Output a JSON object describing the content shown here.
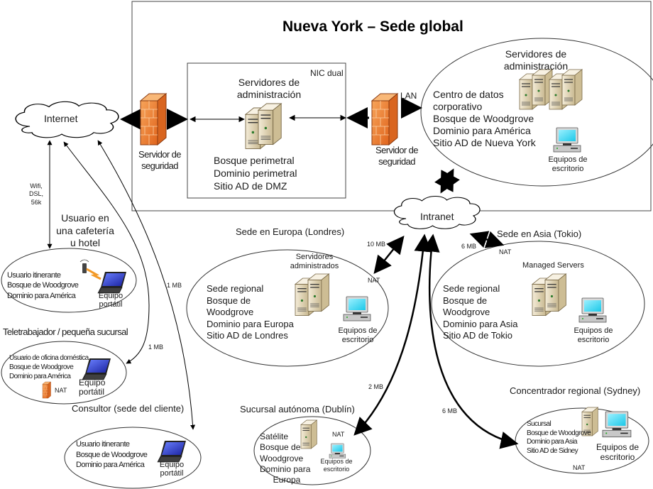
{
  "hq": {
    "title": "Nueva York – Sede global",
    "dmz": {
      "nic_label": "NIC dual",
      "servers_label": [
        "Servidores de",
        "administración"
      ],
      "info": [
        "Bosque perimetral",
        "Dominio perimetral",
        "Sitio AD de DMZ"
      ]
    },
    "firewall_left_label": [
      "Servidor de",
      "seguridad"
    ],
    "firewall_right_label": [
      "Servidor de",
      "seguridad"
    ],
    "lan_label": "LAN",
    "datacenter": {
      "servers_label": [
        "Servidores de",
        "administración"
      ],
      "info": [
        "Centro de datos",
        "corporativo",
        "Bosque de Woodgrove",
        "Dominio para América",
        "Sitio AD de Nueva York"
      ],
      "desktops_label": [
        "Equipos de",
        "escritorio"
      ]
    }
  },
  "clouds": {
    "internet": "Internet",
    "intranet": "Intranet"
  },
  "links": {
    "wifi": [
      "Wifi,",
      "DSL,",
      "56k"
    ],
    "home_office": "1 MB",
    "consultant": "1 MB",
    "london": "10 MB",
    "tokyo": "6 MB",
    "dublin": "2 MB",
    "sydney": "6 MB"
  },
  "cafe": {
    "heading": [
      "Usuario en",
      "una cafetería",
      "u hotel"
    ],
    "info": [
      "Usuario itinerante",
      "Bosque de Woodgrove",
      "Dominio para América"
    ],
    "laptop_label": [
      "Equipo",
      "portátil"
    ]
  },
  "telecommuter": {
    "heading": "Teletrabajador / pequeña sucursal",
    "info": [
      "Usuario de oficina doméstica",
      "Bosque de Woodgrove",
      "Dominio para América"
    ],
    "nat_label": "NAT",
    "laptop_label": [
      "Equipo",
      "portátil"
    ]
  },
  "consultant": {
    "heading": "Consultor (sede del cliente)",
    "info": [
      "Usuario itinerante",
      "Bosque de Woodgrove",
      "Dominio para América"
    ],
    "laptop_label": [
      "Equipo",
      "portátil"
    ]
  },
  "london": {
    "heading": "Sede en Europa (Londres)",
    "servers_label": [
      "Servidores",
      "administrados"
    ],
    "nat_label": "NAT",
    "info": [
      "Sede regional",
      "Bosque de",
      "Woodgrove",
      "Dominio para Europa",
      "Sitio AD de Londres"
    ],
    "desktops_label": [
      "Equipos de",
      "escritorio"
    ]
  },
  "tokyo": {
    "heading": "Sede en Asia (Tokio)",
    "nat_label": "NAT",
    "servers_label": "Managed Servers",
    "info": [
      "Sede regional",
      "Bosque de",
      "Woodgrove",
      "Dominio para Asia",
      "Sitio AD de Tokio"
    ],
    "desktops_label": [
      "Equipos de",
      "escritorio"
    ]
  },
  "dublin": {
    "heading": "Sucursal autónoma (Dublín)",
    "nat_label": "NAT",
    "info": [
      "Satélite",
      "Bosque de",
      "Woodgrove",
      "Dominio para",
      "Europa"
    ],
    "desktops_label": [
      "Equipos de",
      "escritorio"
    ]
  },
  "sydney": {
    "heading": "Concentrador regional (Sydney)",
    "info": [
      "Sucursal",
      "Bosque de Woodgrove",
      "Dominio para Asia",
      "Sitio AD de Sidney"
    ],
    "desktops_label": [
      "Equipos de",
      "escritorio"
    ],
    "nat_label": "NAT"
  },
  "colors": {
    "firewall": "#f28a3a",
    "firewall_dark": "#c4561a",
    "server": "#e8dcc0",
    "monitor_screen": "#33d6f0",
    "laptop_screen": "#2233c0",
    "line": "#000000"
  }
}
